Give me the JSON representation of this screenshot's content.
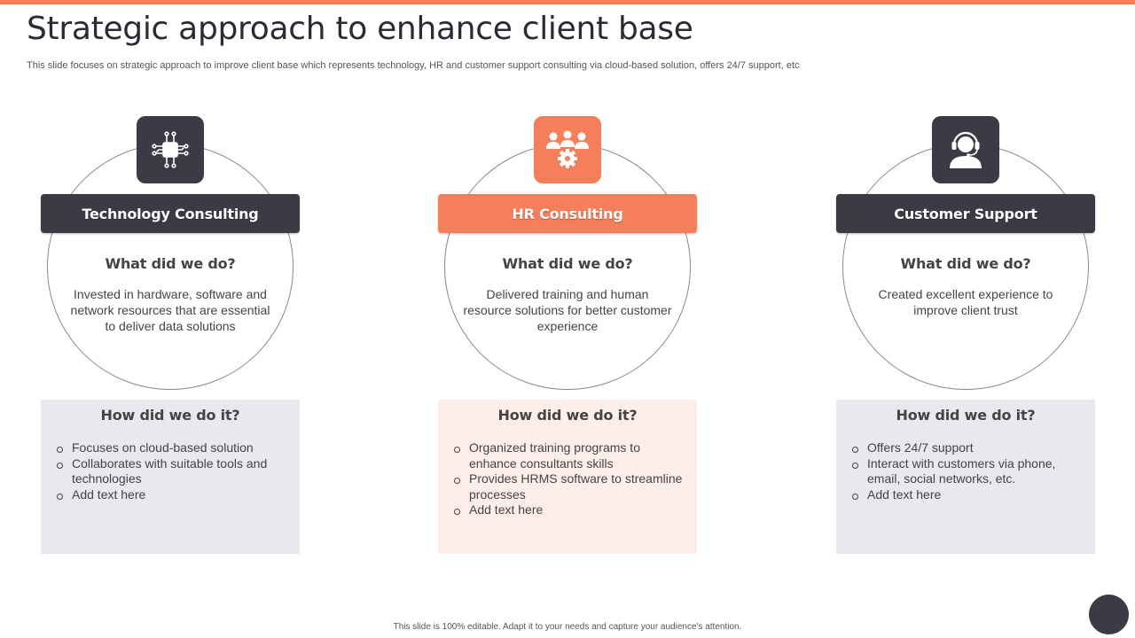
{
  "header": {
    "title": "Strategic approach to enhance client base",
    "subtitle": "This slide focuses on strategic approach to improve client base which represents technology, HR and customer support consulting via cloud-based solution, offers 24/7 support, etc"
  },
  "colors": {
    "accent": "#f47f5a",
    "dark": "#3b3a45",
    "grey_box": "#e8e8ed",
    "pink_box": "#fdeeea"
  },
  "columns": [
    {
      "icon": "circuit-chip-icon",
      "label": "Technology Consulting",
      "what_title": "What did we do?",
      "what_text": "Invested in hardware, software and network resources that are essential to deliver data solutions",
      "how_title": "How did we do it?",
      "how_items": [
        "Focuses on cloud-based solution",
        "Collaborates with suitable tools and technologies",
        "Add text here"
      ]
    },
    {
      "icon": "team-gear-icon",
      "label": "HR Consulting",
      "what_title": "What did we do?",
      "what_text": "Delivered training and human resource solutions for better customer experience",
      "how_title": "How did we do it?",
      "how_items": [
        "Organized training programs to enhance consultants skills",
        "Provides HRMS software to streamline processes",
        "Add text here"
      ]
    },
    {
      "icon": "headset-support-icon",
      "label": "Customer Support",
      "what_title": "What did we do?",
      "what_text": "Created excellent experience to improve client trust",
      "how_title": "How did we do it?",
      "how_items": [
        "Offers 24/7 support",
        "Interact with customers via phone, email, social networks, etc.",
        "Add text here"
      ]
    }
  ],
  "footer": {
    "text": "This slide is 100% editable. Adapt it to your needs and capture your audience's attention."
  }
}
